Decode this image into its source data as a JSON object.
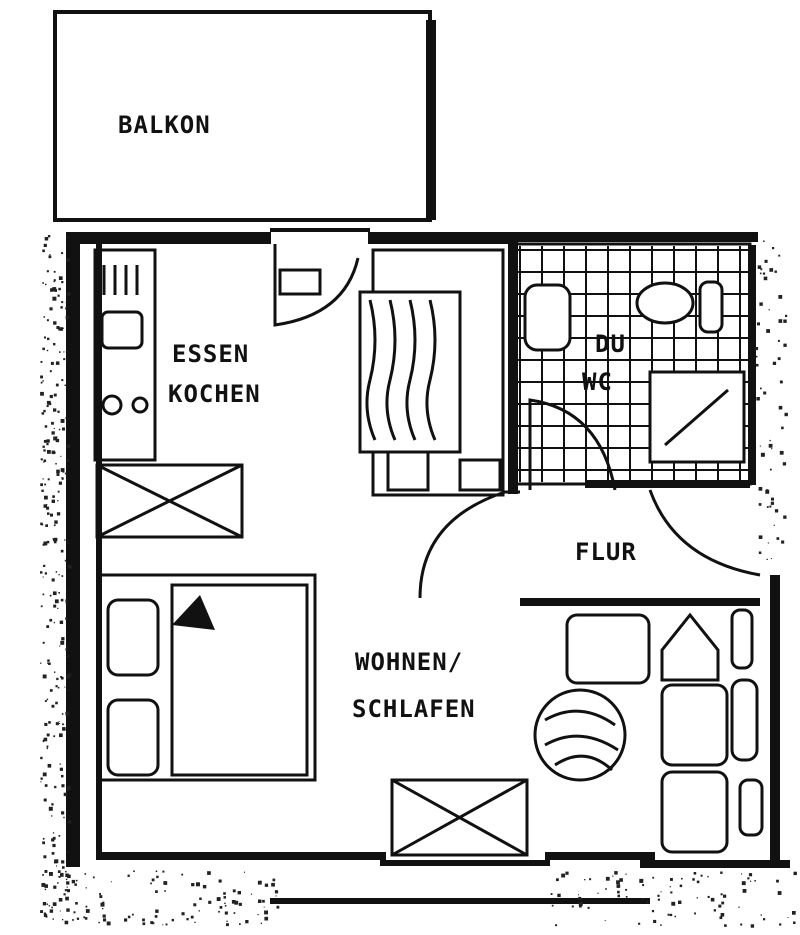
{
  "rooms": {
    "balkon": "BALKON",
    "essen": "ESSEN",
    "kochen": "KOCHEN",
    "du": "DU",
    "wc": "WC",
    "flur": "FLUR",
    "wohnen": "WOHNEN/",
    "schlafen": "SCHLAFEN"
  },
  "colors": {
    "ink": "#111111",
    "paper": "#ffffff"
  }
}
